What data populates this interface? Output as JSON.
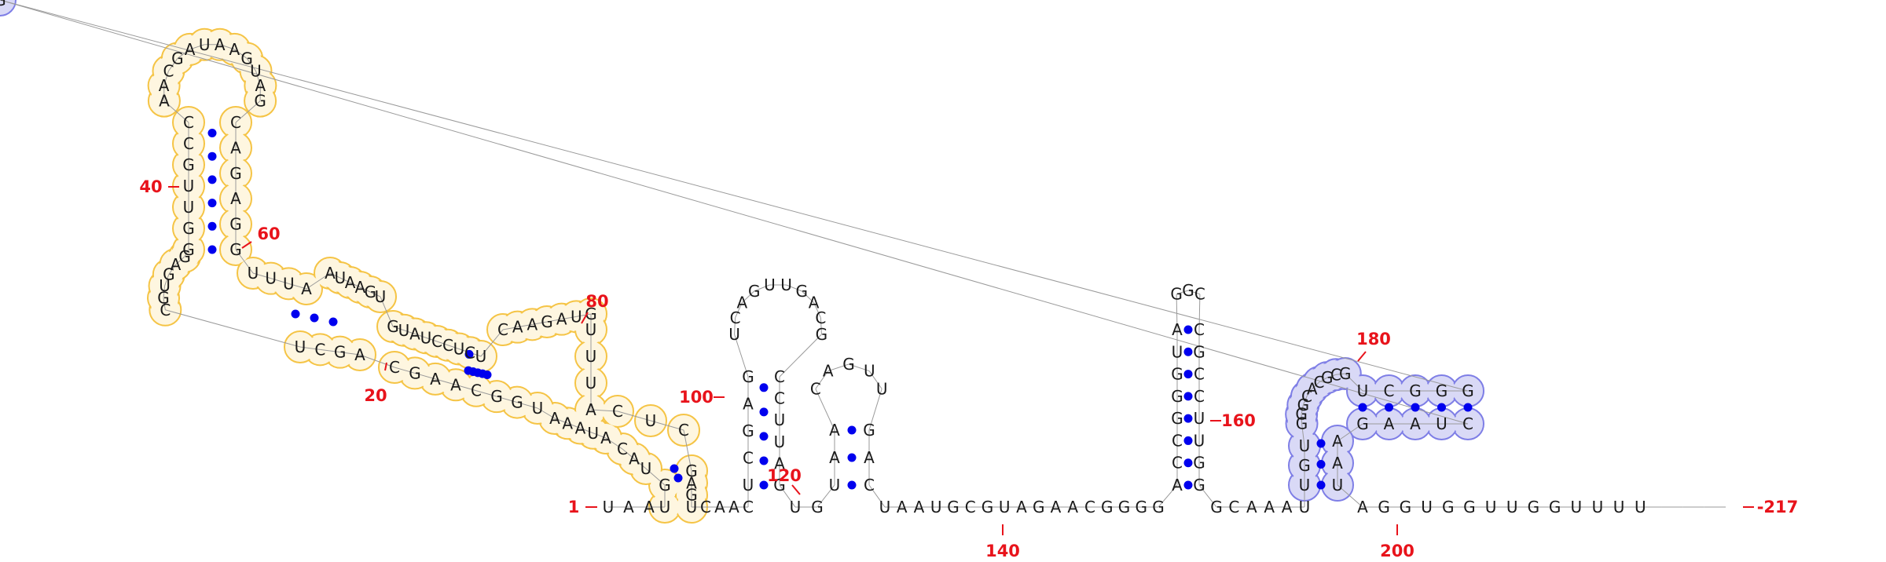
{
  "sequence": "UAAUGUACAUAAAUGGCAAGCAGCUCGUGAGGGUUGCCAACGAUAAGUAGCAGAGGUUUAAUAAGUGUAUCCUCUCAAGAUGUUUACUCGAGUCAACUCGAGUCAGUUGACGCCUUAGUGUAACAGUUGACUAAUGCGUAGAACGGGGACCGGGUAGGCCGCCUUGGGCAAAUUGUGGGCACGCGUCGGGGCUAAGAAUAGGUGGUUGGUUUU",
  "length": 217,
  "numbers": [
    {
      "label": "1"
    },
    {
      "label": "20"
    },
    {
      "label": "40"
    },
    {
      "label": "60"
    },
    {
      "label": "80"
    },
    {
      "label": "100"
    },
    {
      "label": "120"
    },
    {
      "label": "140"
    },
    {
      "label": "160"
    },
    {
      "label": "180"
    },
    {
      "label": "200"
    },
    {
      "label": "-217"
    }
  ],
  "colors": {
    "nucleotide": "#1a1a1a",
    "backbone": "#9a9a9a",
    "pair_dot": "#0000ee",
    "number": "#e8131b",
    "highlight_yellow_stroke": "#f5c445",
    "highlight_yellow_fill": "#fef6e0",
    "highlight_yellow_dark": "#f8c74b",
    "highlight_blue_stroke": "#7e7ee6",
    "highlight_blue_fill": "#d9d9f6",
    "highlight_blue_dark": "#8a8ae6"
  }
}
